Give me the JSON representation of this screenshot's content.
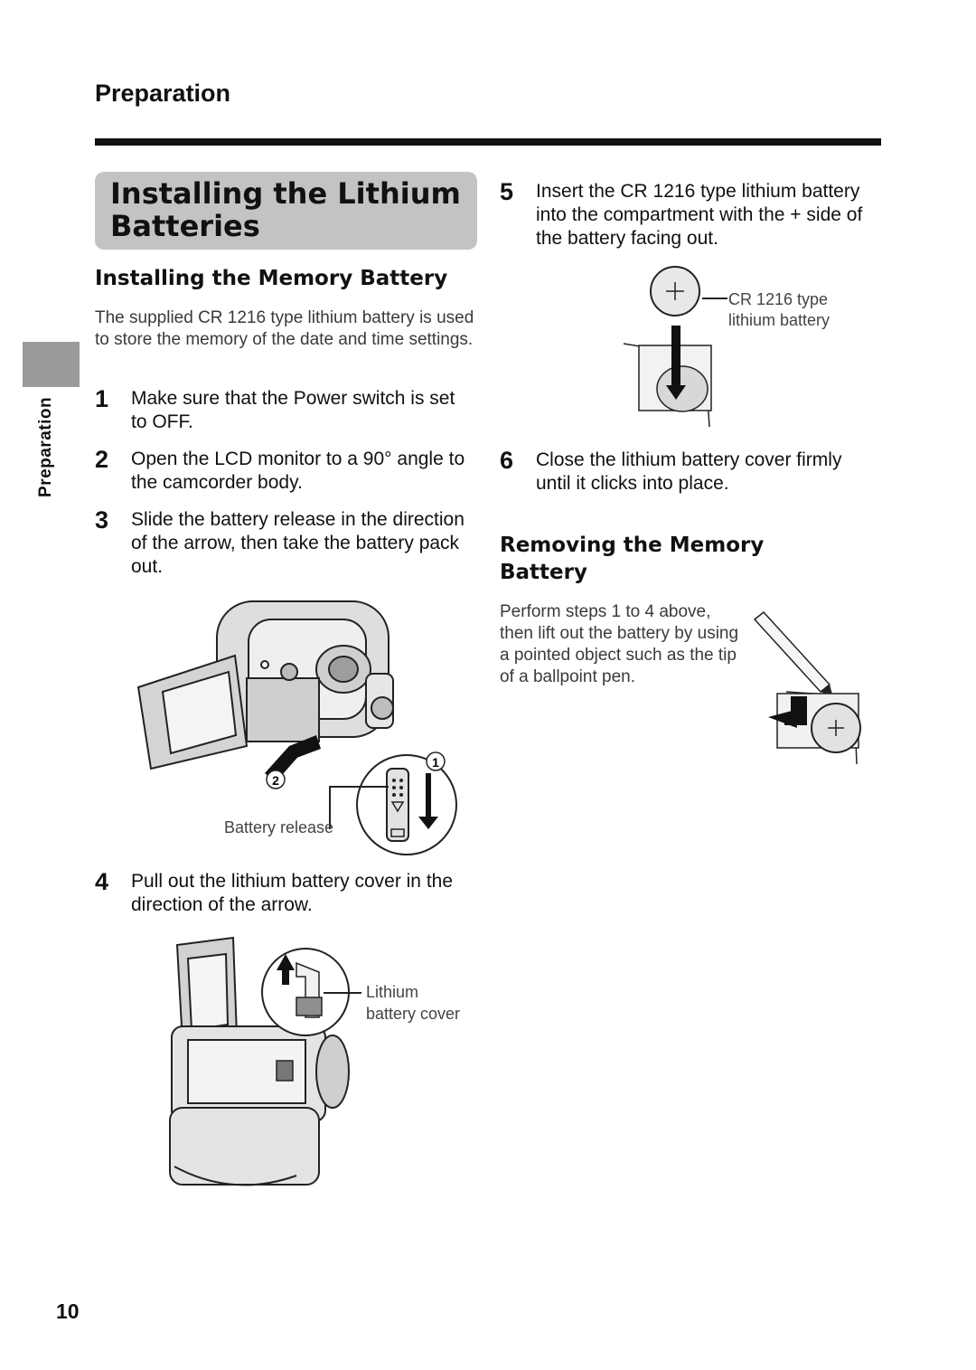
{
  "header": {
    "title": "Preparation"
  },
  "side_tab": {
    "label": "Preparation"
  },
  "section": {
    "title_line1": "Installing the Lithium",
    "title_line2": "Batteries"
  },
  "memory_install": {
    "heading": "Installing the Memory Battery",
    "intro": "The supplied CR 1216 type lithium battery is used to store the memory of the date and time settings.",
    "steps": [
      {
        "num": "1",
        "text": "Make sure that the Power switch is set to OFF."
      },
      {
        "num": "2",
        "text": "Open the LCD monitor to a 90° angle to the camcorder body."
      },
      {
        "num": "3",
        "text": "Slide the battery release in the direction of the arrow, then take the battery pack out."
      },
      {
        "num": "4",
        "text": "Pull out the lithium battery cover in the direction of the arrow."
      },
      {
        "num": "5",
        "text": "Insert the CR 1216 type lithium battery into the compartment with the + side of the battery facing out."
      },
      {
        "num": "6",
        "text": "Close the lithium battery cover firmly until it clicks into place."
      }
    ]
  },
  "figures": {
    "battery_release_label": "Battery release",
    "callout_1": "1",
    "callout_2": "2",
    "lithium_cover_label_1": "Lithium",
    "lithium_cover_label_2": "battery cover",
    "cr1216_label_1": "CR 1216 type",
    "cr1216_label_2": "lithium battery"
  },
  "memory_remove": {
    "heading_line1": "Removing the Memory",
    "heading_line2": "Battery",
    "text": "Perform steps 1 to 4 above, then lift out the battery by using a pointed object such as the tip of a ballpoint pen."
  },
  "page_number": "10"
}
